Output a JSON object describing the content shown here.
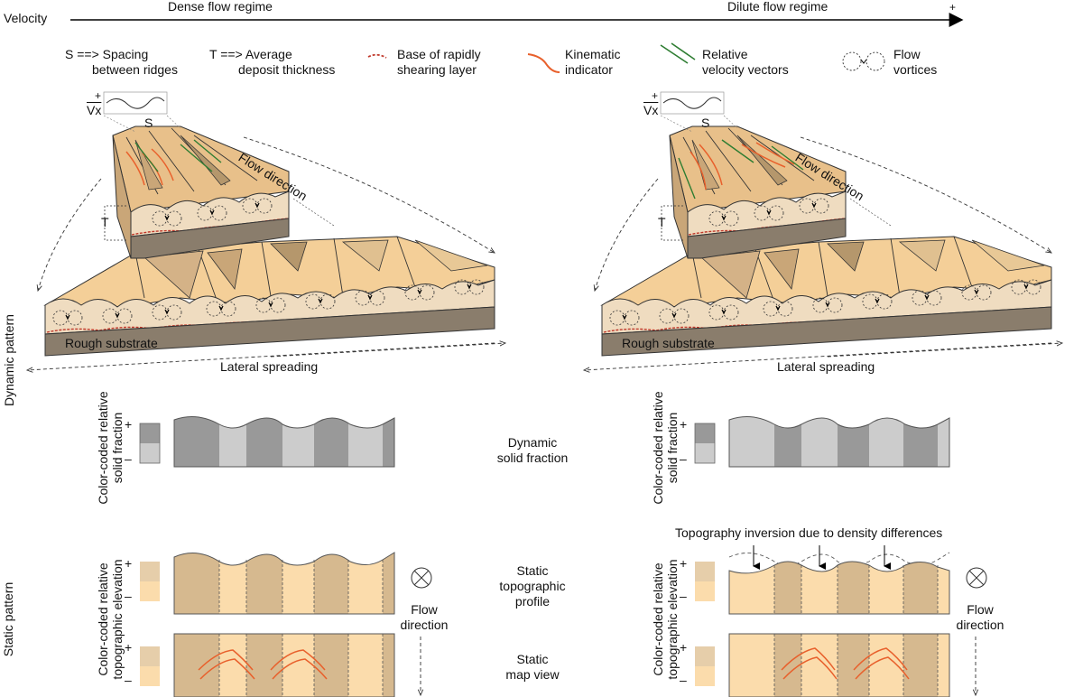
{
  "header": {
    "velocity_label": "Velocity",
    "dense_label": "Dense flow regime",
    "dilute_label": "Dilute flow regime",
    "plus": "+"
  },
  "legend": {
    "spacing": [
      "S ==> Spacing",
      "between ridges"
    ],
    "thickness": [
      "T ==> Average",
      "deposit thickness"
    ],
    "base": [
      "Base of rapidly",
      "shearing layer"
    ],
    "kinematic": [
      "Kinematic",
      "indicator"
    ],
    "velocity_vectors": [
      "Relative",
      "velocity vectors"
    ],
    "vortices": [
      "Flow",
      "vortices"
    ]
  },
  "block": {
    "vx_label": "Vx",
    "plus": "+",
    "minus": "−",
    "s_label": "S",
    "t_label": "T",
    "flow_direction": "Flow direction",
    "rough_substrate": "Rough substrate",
    "lateral_spreading": "Lateral spreading"
  },
  "side_labels": {
    "dynamic_pattern": "Dynamic pattern",
    "static_pattern": "Static pattern"
  },
  "scales": {
    "solid_fraction": [
      "Color-coded relative",
      "solid fraction"
    ],
    "topo_elevation": [
      "Color-coded relative",
      "topographic elevation"
    ],
    "plus": "+",
    "minus": "–"
  },
  "center_labels": {
    "dynamic_solid_fraction": [
      "Dynamic",
      "solid fraction"
    ],
    "static_topographic_profile": [
      "Static",
      "topographic",
      "profile"
    ],
    "static_map_view": [
      "Static",
      "map view"
    ]
  },
  "flow_direction_label": [
    "Flow",
    "direction"
  ],
  "inversion_label": "Topography inversion due to density differences",
  "colors": {
    "dark_gray": "#999999",
    "light_gray": "#cccccc",
    "tan_dark": "#d6b98f",
    "tan_light": "#fbdcac",
    "substrate": "#8a7d6c",
    "base_line": "#c0392b",
    "kinematic": "#e8602c",
    "velocity": "#2e7d32"
  }
}
